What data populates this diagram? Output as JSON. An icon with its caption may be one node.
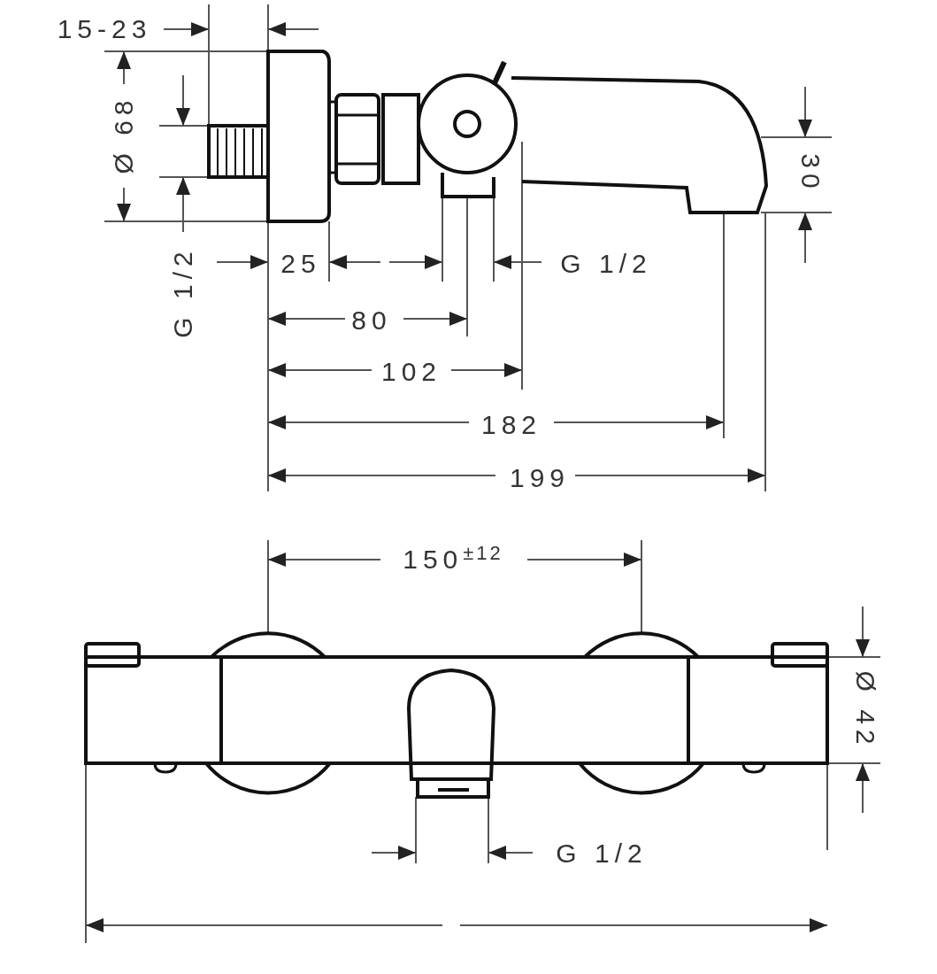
{
  "diagram": {
    "labels": [
      "15-23",
      "Ø 68",
      "30",
      "G 1/2",
      "25",
      "G 1/2",
      "80",
      "102",
      "182",
      "199",
      "150$^{±12}$",
      "Ø 42",
      "G 1/2"
    ]
  }
}
